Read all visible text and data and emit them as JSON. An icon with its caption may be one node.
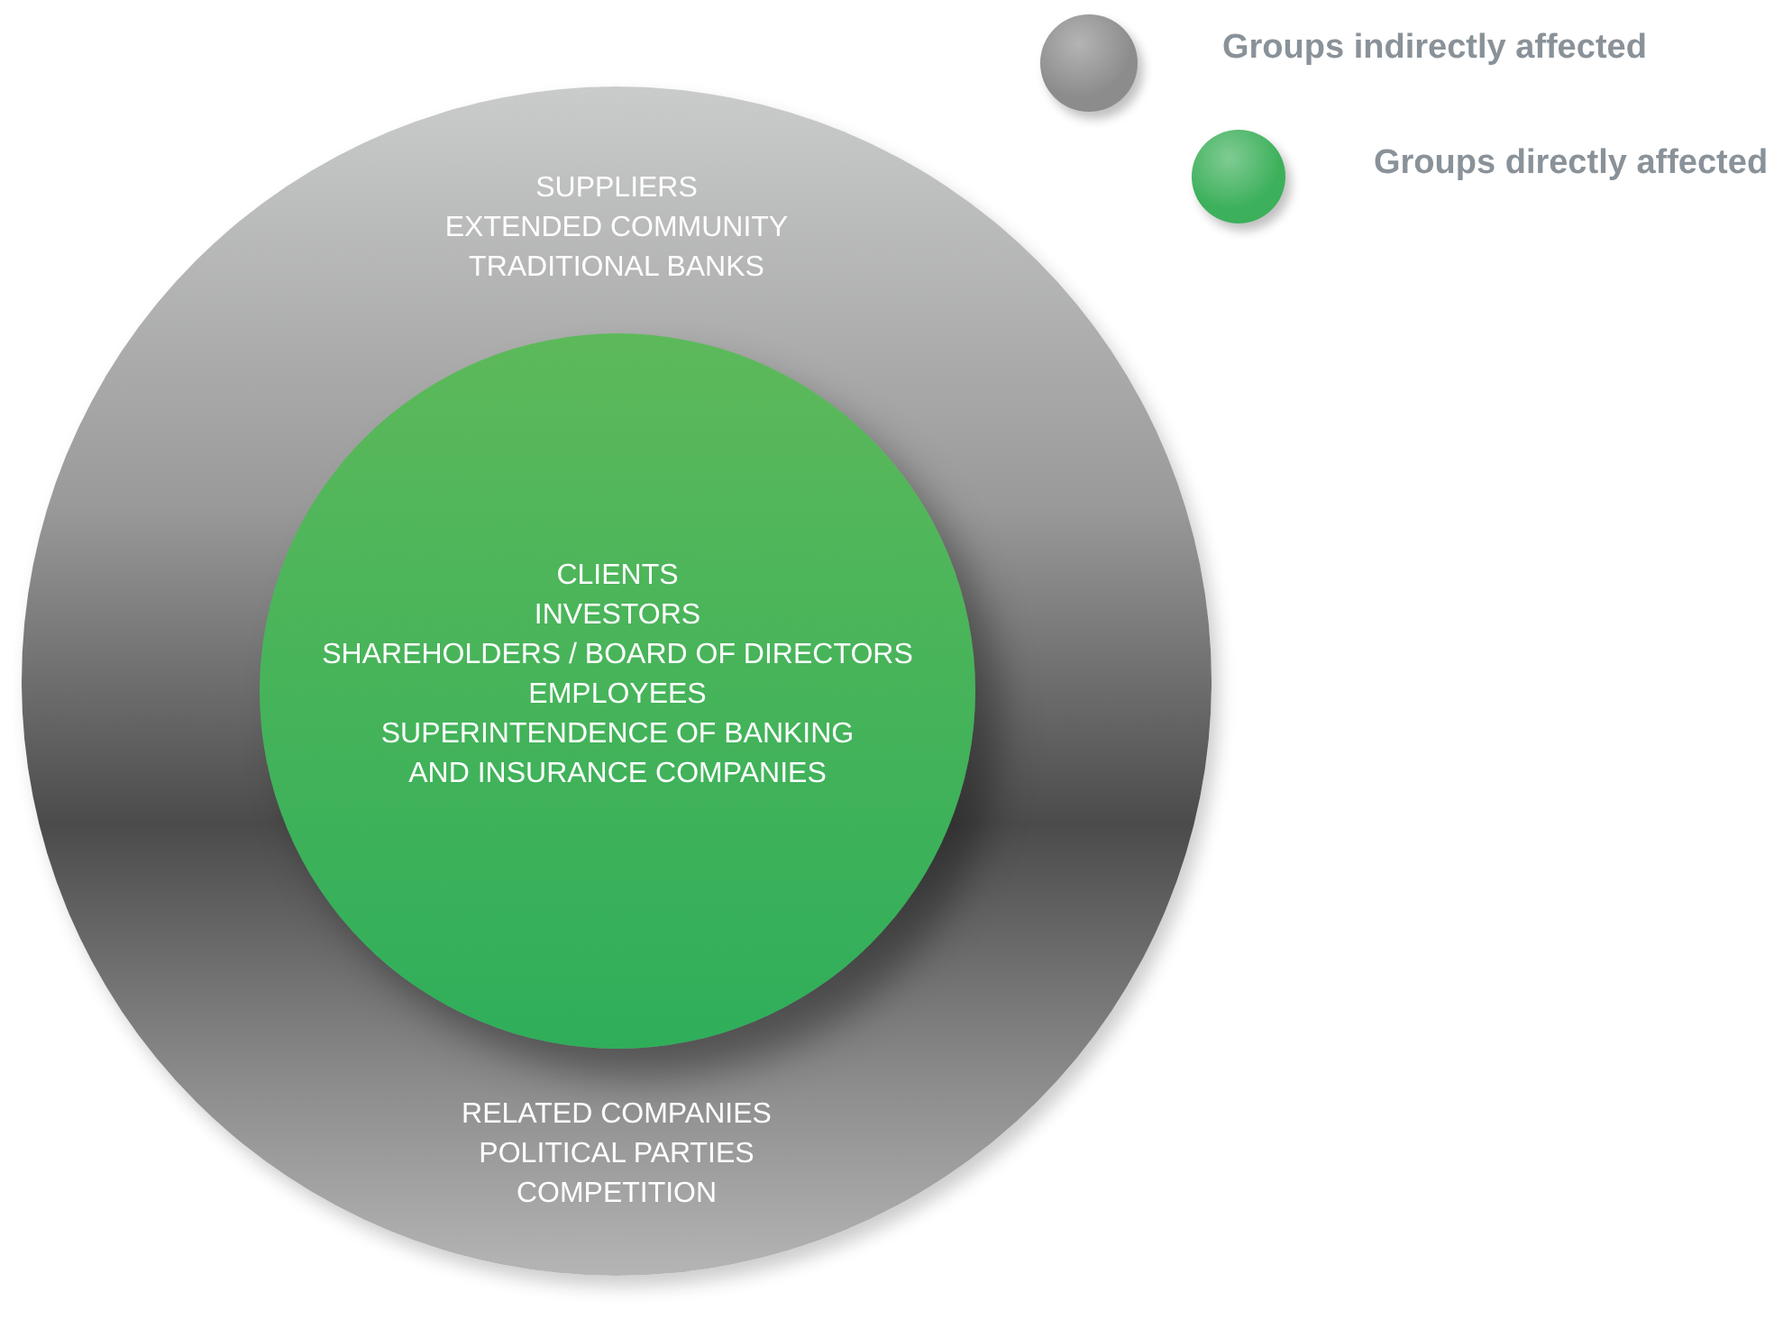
{
  "diagram": {
    "nodes": [
      {
        "text": [
          "SUPPLIERS",
          "EXTENDED COMMUNITY",
          "TRADITIONAL BANKS",
          "RELATED COMPANIES",
          "POLITICAL PARTIES",
          "COMPETITION"
        ]
      },
      {
        "text": [
          "CLIENTS",
          "INVESTORS",
          "SHAREHOLDERS / BOARD OF DIRECTORS",
          "EMPLOYEES",
          "SUPERINTENDENCE OF BANKING AND INSURANCE COMPANIES"
        ],
        "in": 0
      }
    ],
    "legend": [
      {
        "text": "Groups indirectly affected",
        "color": "#8c8c8c"
      },
      {
        "text": "Groups directly affected",
        "color": "#3cb05a"
      }
    ]
  }
}
